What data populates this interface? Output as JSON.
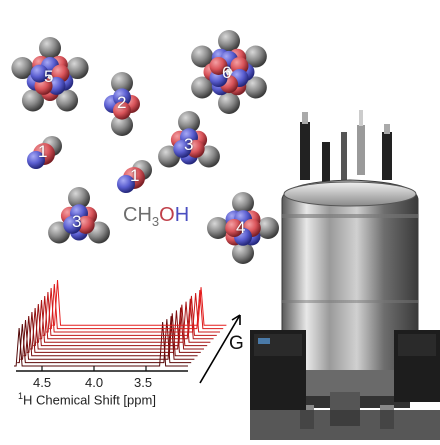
{
  "clusters": [
    {
      "label": "5"
    },
    {
      "label": "2"
    },
    {
      "label": "6"
    },
    {
      "label": "3"
    },
    {
      "label": "1"
    },
    {
      "label": "1"
    },
    {
      "label": "3"
    },
    {
      "label": "4"
    }
  ],
  "formula": {
    "c": "CH",
    "sub": "3",
    "o": "O",
    "h": "H"
  },
  "spectrum": {
    "ticks": [
      "4.5",
      "4.0",
      "3.5"
    ],
    "xlabel_sup": "1",
    "xlabel_rest": "H Chemical Shift [ppm]",
    "trace_count": 13,
    "peak_positions_ppm": [
      4.72,
      4.68,
      3.38,
      3.34,
      3.3,
      3.26,
      3.22,
      3.18,
      3.14,
      3.1
    ]
  },
  "gradient": {
    "label": "G"
  },
  "colors": {
    "carbon": "#8a8a8a",
    "oxygen": "#d9545a",
    "hydrogen": "#5a5ed0",
    "trace": "#8b1a1a"
  }
}
